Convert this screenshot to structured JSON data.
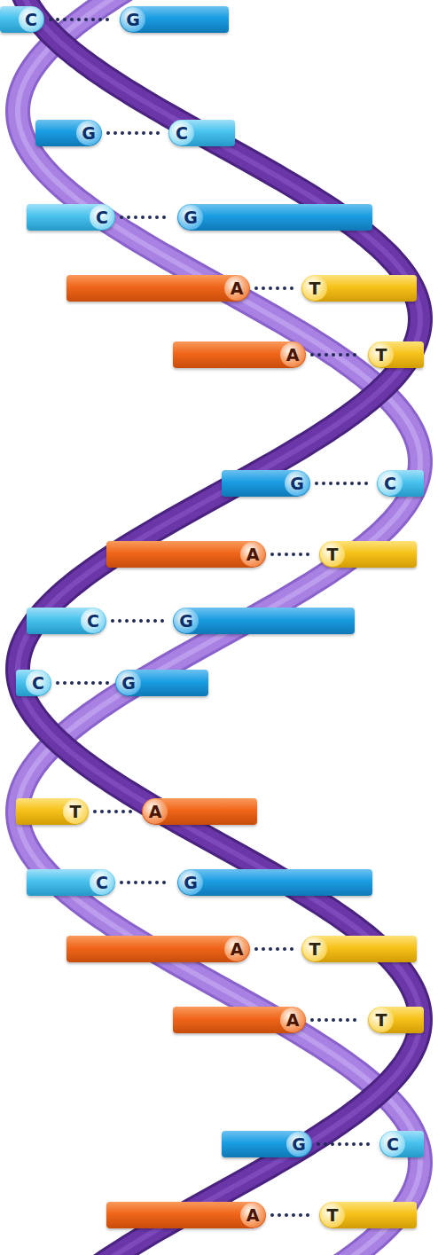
{
  "diagram": {
    "nodes": [
      {
        "text": [
          "C"
        ]
      },
      {
        "text": [
          "G"
        ]
      },
      {
        "text": [
          "G"
        ]
      },
      {
        "text": [
          "C"
        ]
      },
      {
        "text": [
          "C"
        ]
      },
      {
        "text": [
          "G"
        ]
      },
      {
        "text": [
          "A"
        ]
      },
      {
        "text": [
          "T"
        ]
      },
      {
        "text": [
          "A"
        ]
      },
      {
        "text": [
          "T"
        ]
      },
      {
        "text": [
          "G"
        ]
      },
      {
        "text": [
          "C"
        ]
      },
      {
        "text": [
          "A"
        ]
      },
      {
        "text": [
          "T"
        ]
      },
      {
        "text": [
          "C"
        ]
      },
      {
        "text": [
          "G"
        ]
      },
      {
        "text": [
          "C"
        ]
      },
      {
        "text": [
          "G"
        ]
      },
      {
        "text": [
          "T"
        ]
      },
      {
        "text": [
          "A"
        ]
      },
      {
        "text": [
          "C"
        ]
      },
      {
        "text": [
          "G"
        ]
      },
      {
        "text": [
          "A"
        ]
      },
      {
        "text": [
          "T"
        ]
      },
      {
        "text": [
          "A"
        ]
      },
      {
        "text": [
          "T"
        ]
      },
      {
        "text": [
          "G"
        ]
      },
      {
        "text": [
          "C"
        ]
      },
      {
        "text": [
          "A"
        ]
      },
      {
        "text": [
          "T"
        ]
      }
    ],
    "edges": [
      {
        "from": 0,
        "to": 1,
        "arrow": "none"
      },
      {
        "from": 2,
        "to": 3,
        "arrow": "none"
      },
      {
        "from": 4,
        "to": 5,
        "arrow": "none"
      },
      {
        "from": 6,
        "to": 7,
        "arrow": "none"
      },
      {
        "from": 8,
        "to": 9,
        "arrow": "none"
      },
      {
        "from": 10,
        "to": 11,
        "arrow": "none"
      },
      {
        "from": 12,
        "to": 13,
        "arrow": "none"
      },
      {
        "from": 14,
        "to": 15,
        "arrow": "none"
      },
      {
        "from": 16,
        "to": 17,
        "arrow": "none"
      },
      {
        "from": 18,
        "to": 19,
        "arrow": "none"
      },
      {
        "from": 20,
        "to": 21,
        "arrow": "none"
      },
      {
        "from": 22,
        "to": 23,
        "arrow": "none"
      },
      {
        "from": 24,
        "to": 25,
        "arrow": "none"
      },
      {
        "from": 26,
        "to": 27,
        "arrow": "none"
      },
      {
        "from": 28,
        "to": 29,
        "arrow": "none"
      }
    ]
  }
}
